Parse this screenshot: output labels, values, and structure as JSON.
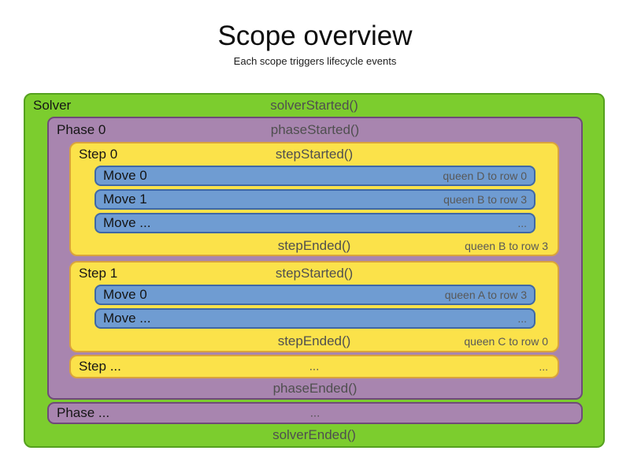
{
  "title": "Scope overview",
  "subtitle": "Each scope triggers lifecycle events",
  "colors": {
    "solver_fill": "#7ccd2e",
    "solver_border": "#55a11e",
    "phase_fill": "#a885af",
    "phase_border": "#6f4a79",
    "step_fill": "#fbe24a",
    "step_border": "#d9a33c",
    "move_fill": "#6f9cd2",
    "move_border": "#3f68a5",
    "label_text": "#151515",
    "event_text": "#4f4f4f",
    "annotation_text": "#585858"
  },
  "solver": {
    "label": "Solver",
    "started": "solverStarted()",
    "ended": "solverEnded()",
    "phases": [
      {
        "label": "Phase 0",
        "started": "phaseStarted()",
        "ended": "phaseEnded()",
        "steps": [
          {
            "label": "Step 0",
            "started": "stepStarted()",
            "ended": "stepEnded()",
            "ended_annotation": "queen B to row 3",
            "moves": [
              {
                "label": "Move 0",
                "annotation": "queen D to row 0"
              },
              {
                "label": "Move 1",
                "annotation": "queen B to row 3"
              },
              {
                "label": "Move ...",
                "annotation": "..."
              }
            ]
          },
          {
            "label": "Step 1",
            "started": "stepStarted()",
            "ended": "stepEnded()",
            "ended_annotation": "queen C to row 0",
            "moves": [
              {
                "label": "Move 0",
                "annotation": "queen A to row 3"
              },
              {
                "label": "Move ...",
                "annotation": "..."
              }
            ]
          },
          {
            "label": "Step ...",
            "center": "...",
            "right": "..."
          }
        ]
      },
      {
        "label": "Phase ...",
        "center": "..."
      }
    ]
  }
}
